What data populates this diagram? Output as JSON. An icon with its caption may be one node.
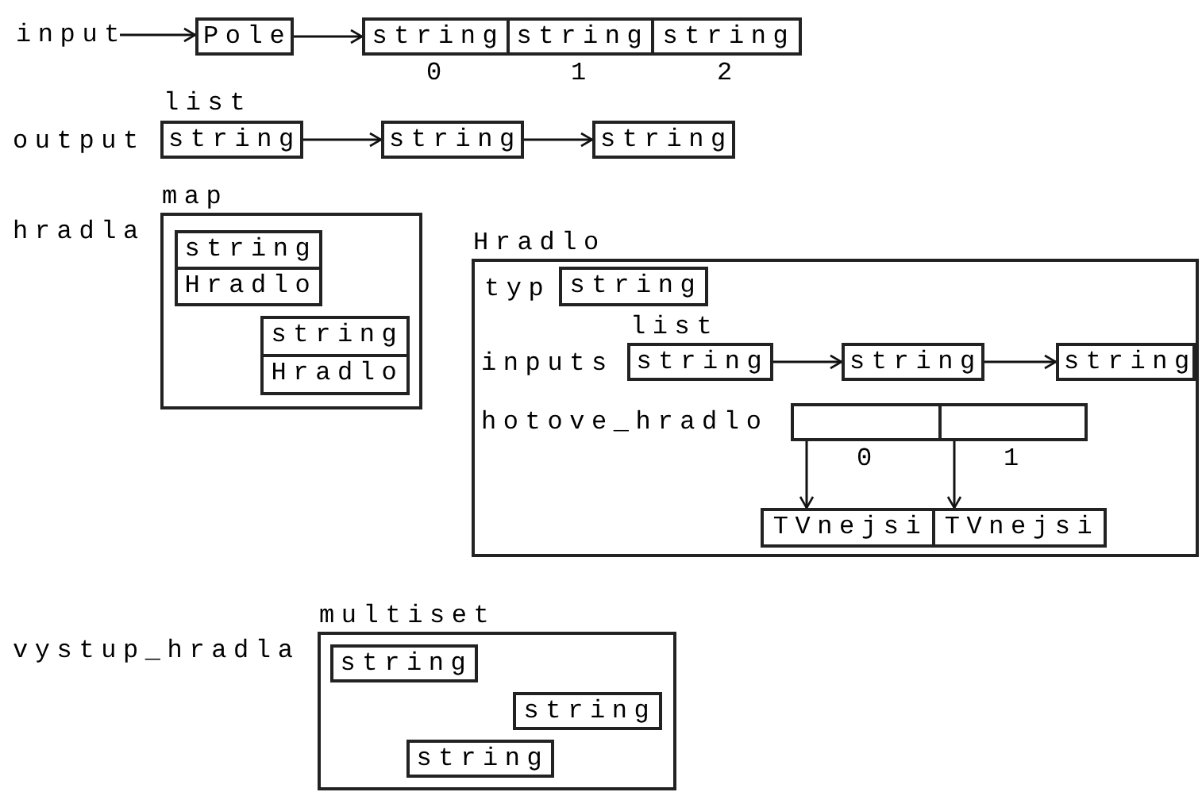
{
  "diagram": {
    "nodes": [
      {
        "text": [
          "input"
        ]
      },
      {
        "text": [
          "Pole"
        ]
      },
      {
        "text": [
          "string"
        ],
        "beside": [
          "0"
        ]
      },
      {
        "text": [
          "string"
        ],
        "beside": [
          "1"
        ]
      },
      {
        "text": [
          "string"
        ],
        "beside": [
          "2"
        ]
      },
      {
        "text": [
          "string"
        ]
      },
      {
        "text": [
          "string"
        ]
      },
      {
        "text": [
          "string"
        ]
      },
      {
        "text": [
          "map"
        ]
      },
      {
        "text": [
          "string"
        ],
        "in": 8
      },
      {
        "text": [
          "Hradlo"
        ],
        "in": 8
      },
      {
        "text": [
          "string"
        ],
        "in": 8
      },
      {
        "text": [
          "Hradlo"
        ],
        "in": 8
      },
      {
        "text": [
          "Hradlo"
        ]
      },
      {
        "text": [
          "string"
        ],
        "in": 13
      },
      {
        "text": [
          "string"
        ],
        "in": 13
      },
      {
        "text": [
          "string"
        ],
        "in": 13
      },
      {
        "text": [
          "string"
        ],
        "in": 13
      },
      {
        "text": [],
        "shape": "box",
        "in": 13,
        "beside": [
          "0"
        ]
      },
      {
        "text": [],
        "shape": "box",
        "in": 13,
        "beside": [
          "1"
        ]
      },
      {
        "text": [
          "TVnejsi"
        ],
        "in": 13
      },
      {
        "text": [
          "TVnejsi"
        ],
        "in": 13
      },
      {
        "text": [
          "multiset"
        ]
      },
      {
        "text": [
          "string"
        ],
        "in": 22
      },
      {
        "text": [
          "string"
        ],
        "in": 22
      },
      {
        "text": [
          "string"
        ],
        "in": 22
      }
    ],
    "edges": [
      {
        "from": 0,
        "to": 1,
        "arrow": "to"
      },
      {
        "from": 1,
        "to": 2,
        "arrow": "to"
      },
      {
        "from": 5,
        "to": 6,
        "arrow": "to"
      },
      {
        "from": 6,
        "to": 7,
        "arrow": "to"
      },
      {
        "from": 15,
        "to": 16,
        "arrow": "to"
      },
      {
        "from": 16,
        "to": 17,
        "arrow": "to"
      },
      {
        "from": 18,
        "to": 20,
        "arrow": "to"
      },
      {
        "from": 19,
        "to": 21,
        "arrow": "to"
      }
    ],
    "labels": [
      "list",
      "output",
      "hradla",
      "typ",
      "list",
      "inputs",
      "hotove_hradlo",
      "vystup_hradla"
    ]
  }
}
